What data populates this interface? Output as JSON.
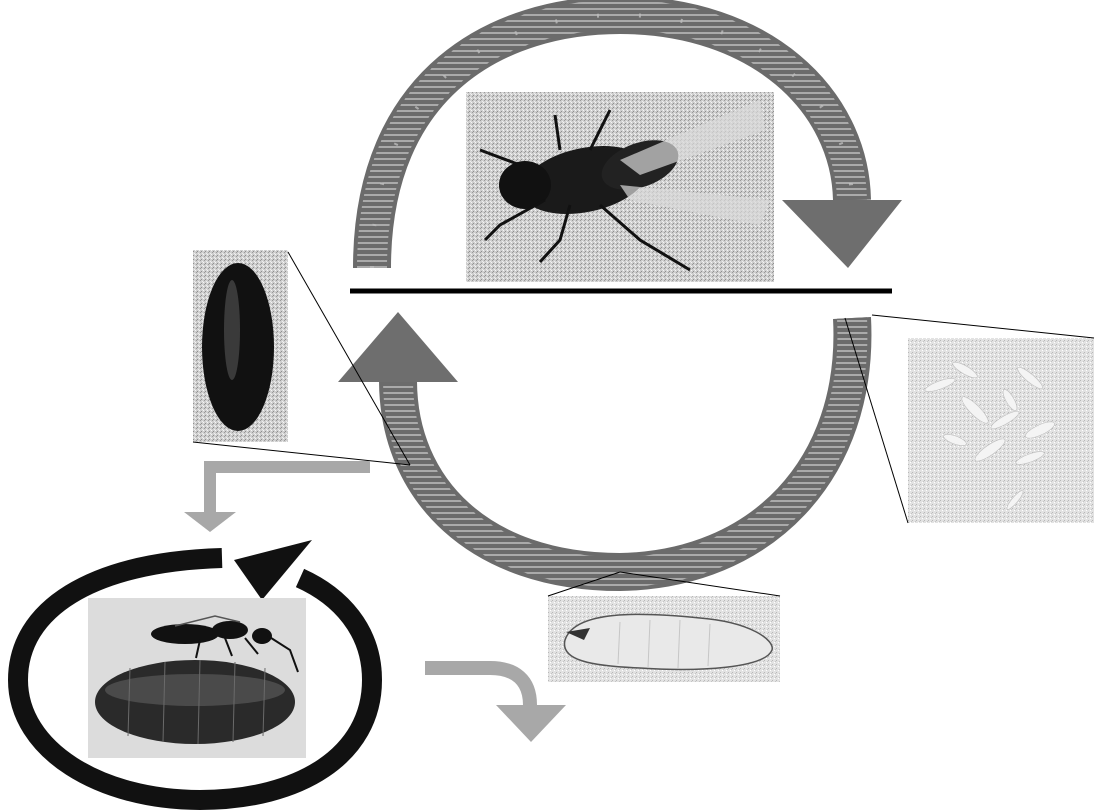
{
  "diagram": {
    "stages": [
      {
        "id": "adult-fly",
        "icon": "adult-fly-photo"
      },
      {
        "id": "eggs",
        "icon": "eggs-photo"
      },
      {
        "id": "larva",
        "icon": "larva-photo"
      },
      {
        "id": "pupa",
        "icon": "pupa-photo"
      },
      {
        "id": "parasitoid-on-pupa",
        "icon": "parasitoid-wasp-on-pupa-photo"
      }
    ],
    "colors": {
      "arc": "#6b6b6b",
      "arc_hatch": "#e8e8e8",
      "arrow_head": "#6e6e6e",
      "light_arrow": "#a8a8a8",
      "cycle_ring": "#111111",
      "divider": "#000000"
    }
  }
}
